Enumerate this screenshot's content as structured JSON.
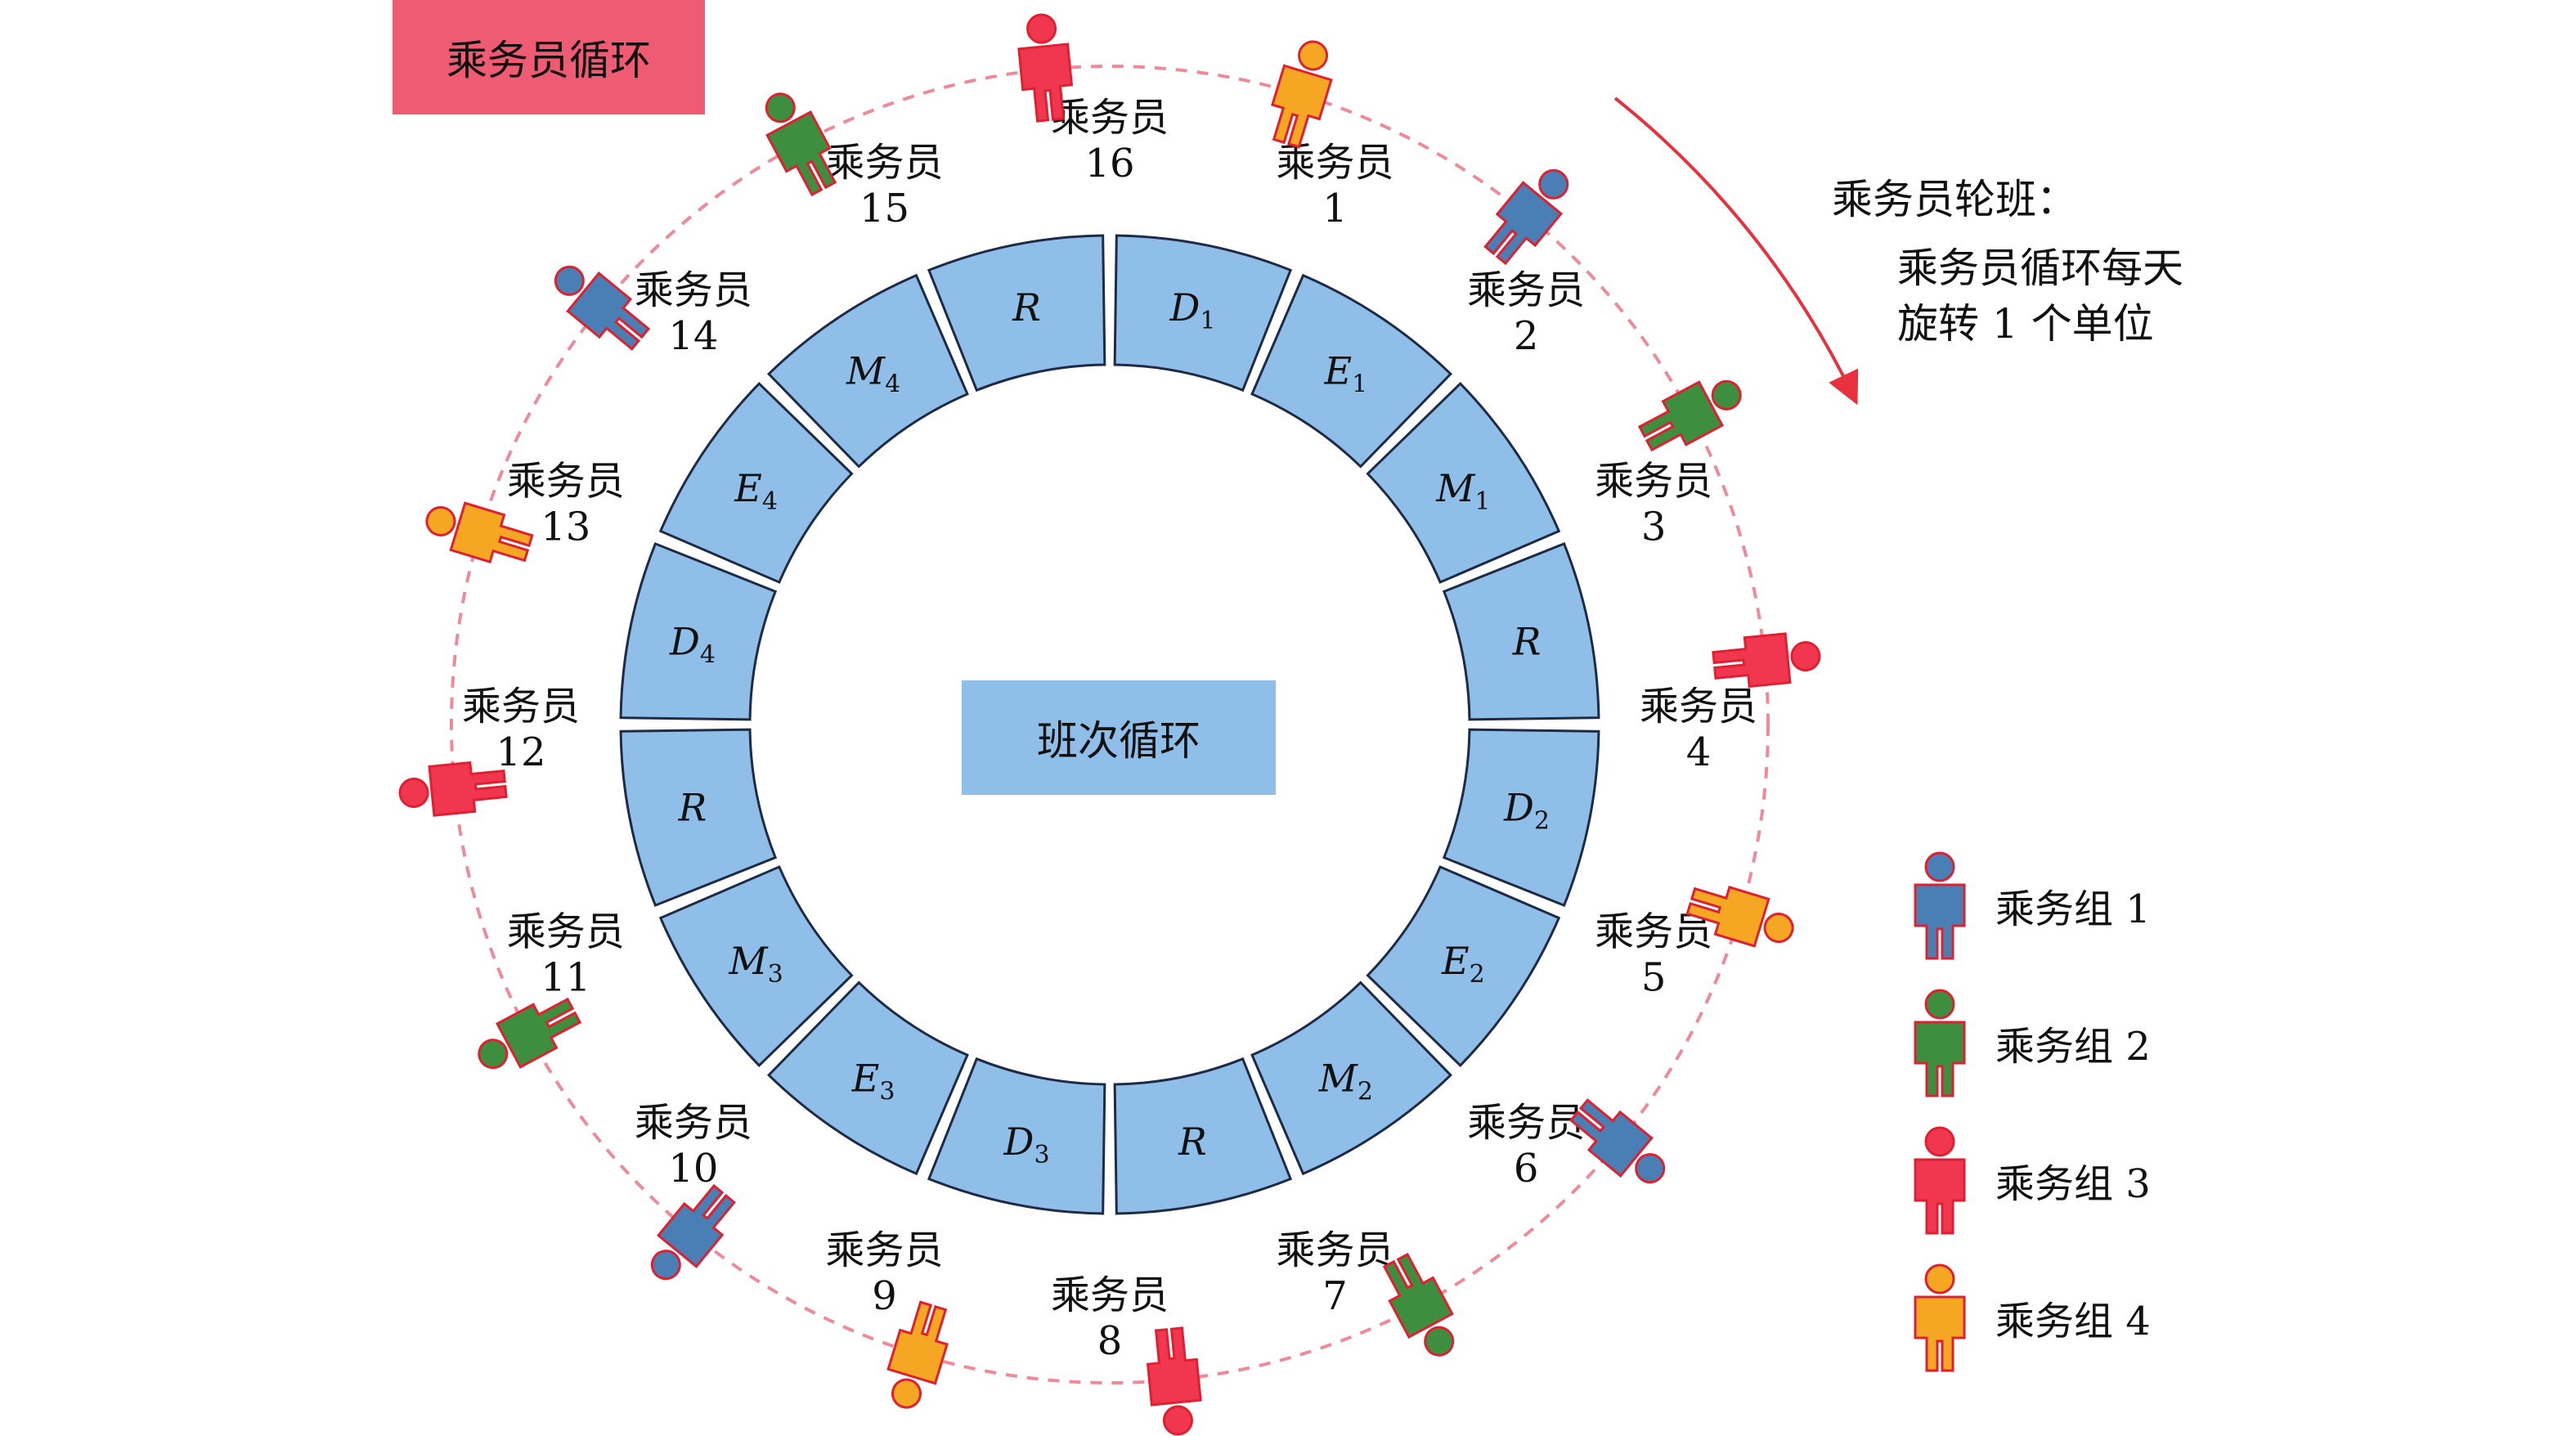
{
  "crew_cycle_label": "乘务员循环",
  "shift_cycle_label": "班次循环",
  "rotation": {
    "title": "乘务员轮班：",
    "line1": "乘务员循环每天",
    "line2": "旋转 1 个单位"
  },
  "segments": [
    {
      "letter": "D",
      "sub": "1"
    },
    {
      "letter": "E",
      "sub": "1"
    },
    {
      "letter": "M",
      "sub": "1"
    },
    {
      "letter": "R",
      "sub": ""
    },
    {
      "letter": "D",
      "sub": "2"
    },
    {
      "letter": "E",
      "sub": "2"
    },
    {
      "letter": "M",
      "sub": "2"
    },
    {
      "letter": "R",
      "sub": ""
    },
    {
      "letter": "D",
      "sub": "3"
    },
    {
      "letter": "E",
      "sub": "3"
    },
    {
      "letter": "M",
      "sub": "3"
    },
    {
      "letter": "R",
      "sub": ""
    },
    {
      "letter": "D",
      "sub": "4"
    },
    {
      "letter": "E",
      "sub": "4"
    },
    {
      "letter": "M",
      "sub": "4"
    },
    {
      "letter": "R",
      "sub": ""
    }
  ],
  "crew_word": "乘务员",
  "crew_labels": [
    {
      "word": "乘务员",
      "num": "1"
    },
    {
      "word": "乘务员",
      "num": "2"
    },
    {
      "word": "乘务员",
      "num": "3"
    },
    {
      "word": "乘务员",
      "num": "4"
    },
    {
      "word": "乘务员",
      "num": "5"
    },
    {
      "word": "乘务员",
      "num": "6"
    },
    {
      "word": "乘务员",
      "num": "7"
    },
    {
      "word": "乘务员",
      "num": "8"
    },
    {
      "word": "乘务员",
      "num": "9"
    },
    {
      "word": "乘务员",
      "num": "10"
    },
    {
      "word": "乘务员",
      "num": "11"
    },
    {
      "word": "乘务员",
      "num": "12"
    },
    {
      "word": "乘务员",
      "num": "13"
    },
    {
      "word": "乘务员",
      "num": "14"
    },
    {
      "word": "乘务员",
      "num": "15"
    },
    {
      "word": "乘务员",
      "num": "16"
    }
  ],
  "people_groups": [
    3,
    4,
    1,
    2,
    3,
    4,
    1,
    2,
    3,
    4,
    1,
    2,
    3,
    4,
    1,
    2
  ],
  "legend": [
    {
      "label": "乘务组 1",
      "color": "#4a7fb5"
    },
    {
      "label": "乘务组 2",
      "color": "#3d8f3f"
    },
    {
      "label": "乘务组 3",
      "color": "#f0374f"
    },
    {
      "label": "乘务组 4",
      "color": "#f5a623"
    }
  ],
  "colors": {
    "segment_fill": "#8fbfe9",
    "segment_stroke": "#1f2a44",
    "dashed_circle": "#ee8a9a",
    "arrow": "#e8303e",
    "person_outline": "#e02030"
  }
}
